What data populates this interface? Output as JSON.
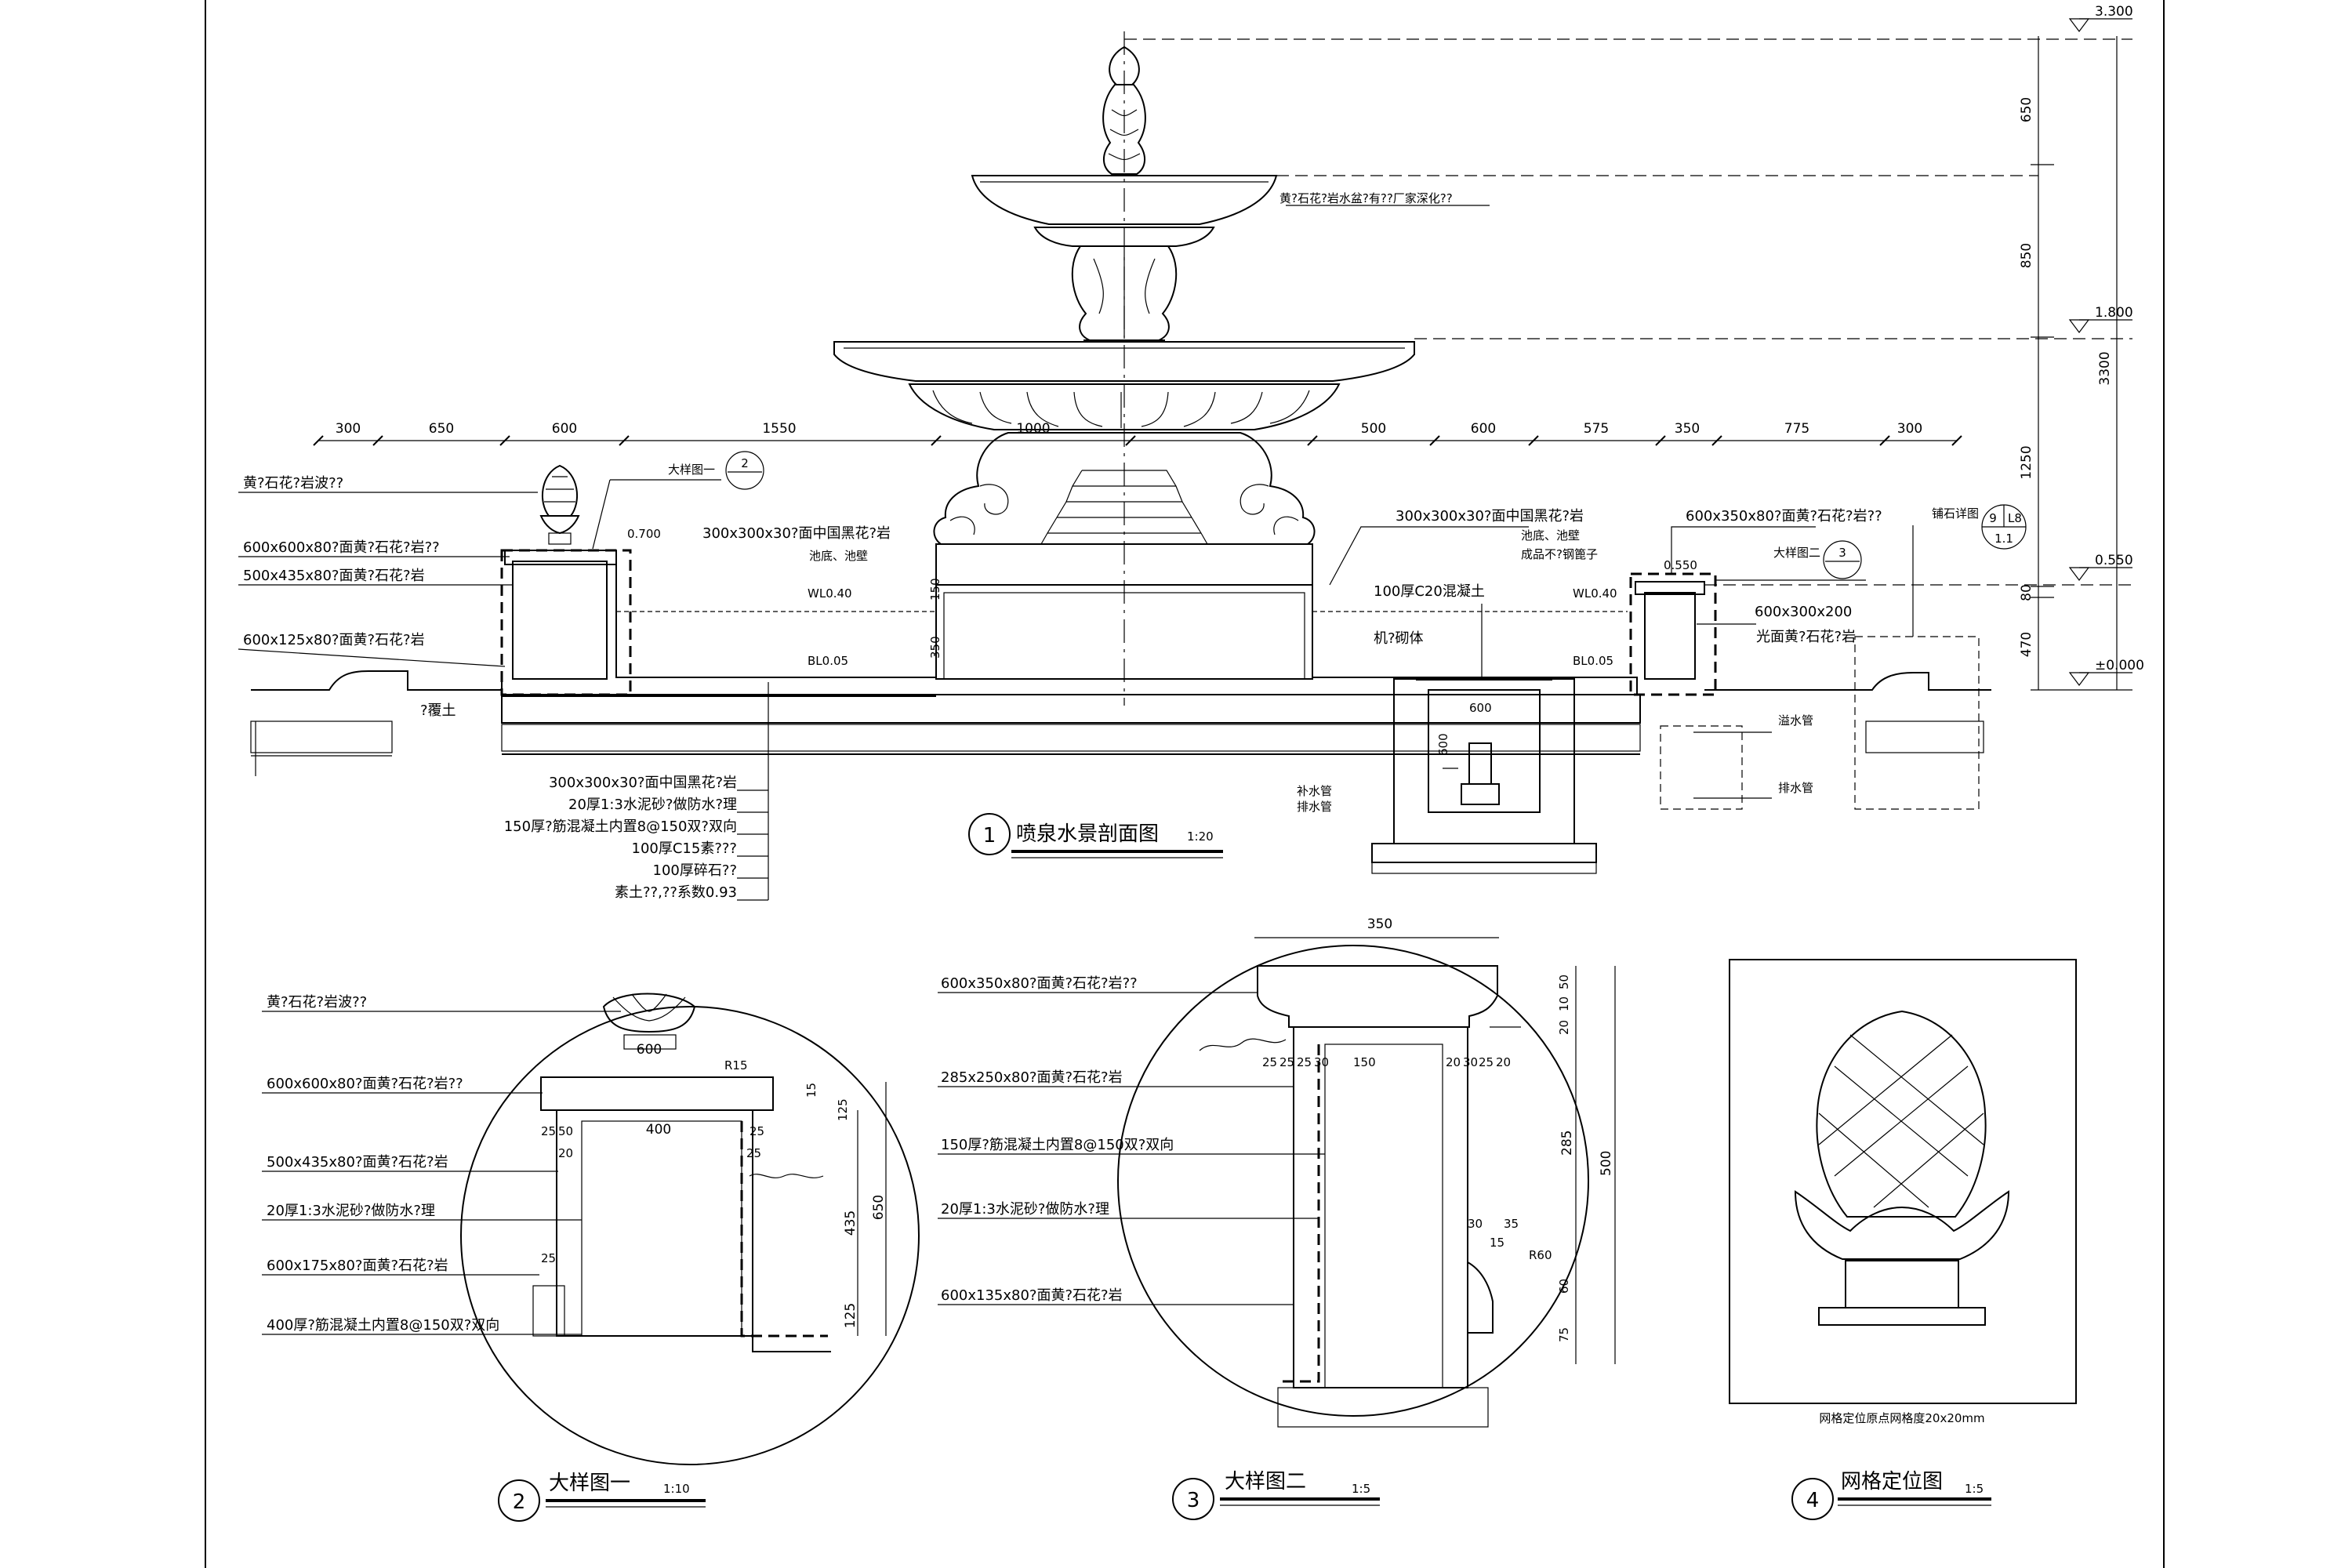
{
  "main_section": {
    "title": "喷泉水景剖面图",
    "number": "1",
    "scale": "1:20",
    "top_dims": [
      "300",
      "650",
      "600",
      "1550",
      "1000",
      "500",
      "600",
      "575",
      "350",
      "775",
      "300"
    ],
    "elevations": [
      "3.300",
      "1.800",
      "0.550",
      "±0.000"
    ],
    "vertical_dims": [
      "650",
      "850",
      "3300",
      "1250",
      "80",
      "470"
    ],
    "water_marks": [
      "WL0.40",
      "BL0.05",
      "WL0.40",
      "BL0.05"
    ],
    "level_tags": [
      "0.700",
      "0.550"
    ],
    "inline_dims": [
      "150",
      "350",
      "600",
      "600"
    ],
    "left_labels": [
      "黄?石花?岩波??",
      "600x600x80?面黄?石花?岩??",
      "500x435x80?面黄?石花?岩",
      "600x125x80?面黄?石花?岩"
    ],
    "ground_label": "?覆土",
    "top_labels": [
      "大样图一",
      "300x300x30?面中国黑花?岩",
      "池底、池壁"
    ],
    "bowl_label": "黄?石花?岩水盆?有??厂家深化??",
    "right_top_labels": [
      "300x300x30?面中国黑花?岩",
      "池底、池壁",
      "成品不?钢篦子"
    ],
    "concrete_label": "100厚C20混凝土",
    "brick_label": "机?砌体",
    "right_box_labels": [
      "600x350x80?面黄?石花?岩??",
      "大样图二",
      "600x300x200",
      "光面黄?石花?岩"
    ],
    "pipe_labels": [
      "溢水管",
      "排水管"
    ],
    "pump_labels": [
      "补水管",
      "排水管"
    ],
    "edge_label": "铺石详图",
    "detail_ref": {
      "top": "9",
      "right": "L8",
      "bottom": "1.1"
    },
    "callout_2": "2",
    "callout_3": "3",
    "layer_labels": [
      "300x300x30?面中国黑花?岩",
      "20厚1:3水泥砂?做防水?理",
      "150厚?筋混凝土内置8@150双?双向",
      "100厚C15素???",
      "100厚碎石??",
      "素土??,??系数0.93"
    ]
  },
  "detail_1": {
    "title": "大样图一",
    "number": "2",
    "scale": "1:10",
    "labels": [
      "黄?石花?岩波??",
      "600x600x80?面黄?石花?岩??",
      "500x435x80?面黄?石花?岩",
      "20厚1:3水泥砂?做防水?理",
      "600x175x80?面黄?石花?岩",
      "400厚?筋混凝土内置8@150双?双向"
    ],
    "dims": [
      "600",
      "400",
      "435",
      "650",
      "125",
      "25",
      "50",
      "15",
      "R15",
      "25",
      "20",
      "25",
      "25",
      "125"
    ]
  },
  "detail_2": {
    "title": "大样图二",
    "number": "3",
    "scale": "1:5",
    "labels": [
      "600x350x80?面黄?石花?岩??",
      "285x250x80?面黄?石花?岩",
      "150厚?筋混凝土内置8@150双?双向",
      "20厚1:3水泥砂?做防水?理",
      "600x135x80?面黄?石花?岩"
    ],
    "dims": [
      "350",
      "50",
      "10",
      "20",
      "285",
      "500",
      "60",
      "75",
      "R60",
      "30",
      "35",
      "15",
      "150",
      "20",
      "30",
      "25",
      "25",
      "25",
      "25",
      "30",
      "20"
    ]
  },
  "detail_3": {
    "title": "网格定位图",
    "number": "4",
    "scale": "1:5",
    "caption": "网格定位原点网格度20x20mm"
  }
}
